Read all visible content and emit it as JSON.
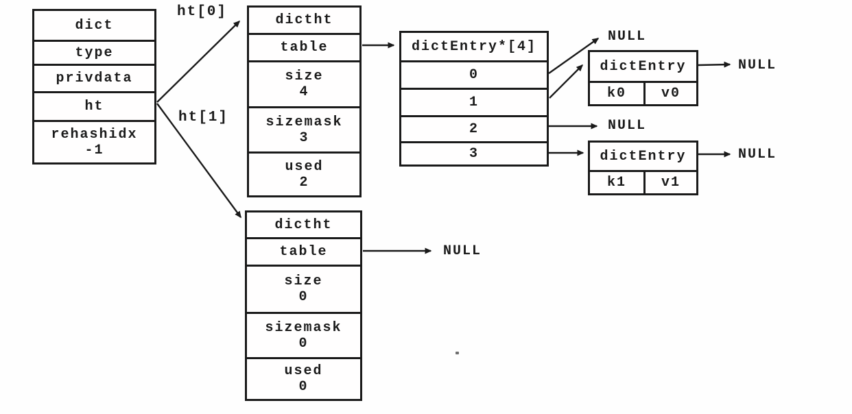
{
  "colors": {
    "ink": "#1a1a1a",
    "paper": "#fefefe"
  },
  "labels": {
    "ht0": "ht[0]",
    "ht1": "ht[1]",
    "null": "NULL"
  },
  "dict": {
    "title": "dict",
    "field_type": "type",
    "field_privdata": "privdata",
    "field_ht": "ht",
    "rehash_label": "rehashidx",
    "rehash_value": "-1"
  },
  "dictht0": {
    "title": "dictht",
    "table_label": "table",
    "size_label": "size",
    "size_value": "4",
    "sizemask_label": "sizemask",
    "sizemask_value": "3",
    "used_label": "used",
    "used_value": "2"
  },
  "dictht1": {
    "title": "dictht",
    "table_label": "table",
    "size_label": "size",
    "size_value": "0",
    "sizemask_label": "sizemask",
    "sizemask_value": "0",
    "used_label": "used",
    "used_value": "0"
  },
  "entry_array": {
    "title": "dictEntry*[4]",
    "slot0": "0",
    "slot1": "1",
    "slot2": "2",
    "slot3": "3"
  },
  "entry0": {
    "title": "dictEntry",
    "key": "k0",
    "value": "v0"
  },
  "entry1": {
    "title": "dictEntry",
    "key": "k1",
    "value": "v1"
  }
}
